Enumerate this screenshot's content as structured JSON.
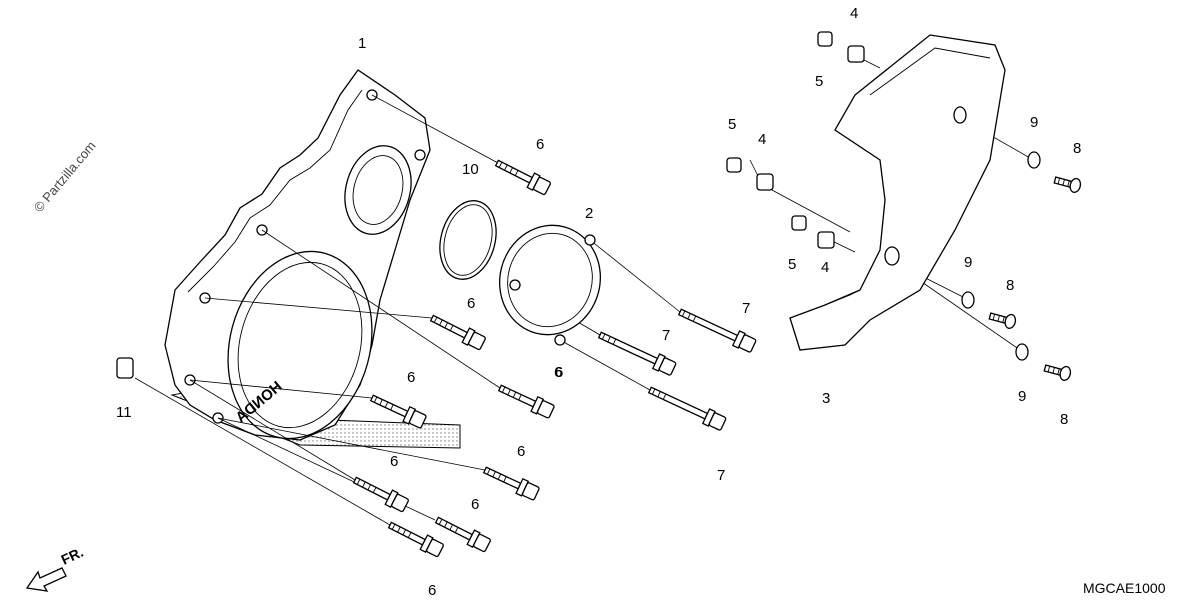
{
  "diagram": {
    "watermark": "© Partzilla.com",
    "diagram_code": "MGCAE1000",
    "direction_label": "FR.",
    "cover_logo": "HONDA",
    "callouts": [
      {
        "id": "c1",
        "text": "1"
      },
      {
        "id": "c2",
        "text": "2"
      },
      {
        "id": "c3",
        "text": "3"
      },
      {
        "id": "c4a",
        "text": "4"
      },
      {
        "id": "c4b",
        "text": "4"
      },
      {
        "id": "c4c",
        "text": "4"
      },
      {
        "id": "c5a",
        "text": "5"
      },
      {
        "id": "c5b",
        "text": "5"
      },
      {
        "id": "c5c",
        "text": "5"
      },
      {
        "id": "c6a",
        "text": "6"
      },
      {
        "id": "c6b",
        "text": "6"
      },
      {
        "id": "c6c",
        "text": "6"
      },
      {
        "id": "c6d",
        "text": "6"
      },
      {
        "id": "c6e",
        "text": "6"
      },
      {
        "id": "c6f",
        "text": "6"
      },
      {
        "id": "c6g",
        "text": "6"
      },
      {
        "id": "c6h",
        "text": "6"
      },
      {
        "id": "c6i",
        "text": "6"
      },
      {
        "id": "c7a",
        "text": "7"
      },
      {
        "id": "c7b",
        "text": "7"
      },
      {
        "id": "c7c",
        "text": "7"
      },
      {
        "id": "c8a",
        "text": "8"
      },
      {
        "id": "c8b",
        "text": "8"
      },
      {
        "id": "c8c",
        "text": "8"
      },
      {
        "id": "c9a",
        "text": "9"
      },
      {
        "id": "c9b",
        "text": "9"
      },
      {
        "id": "c9c",
        "text": "9"
      },
      {
        "id": "c10",
        "text": "10"
      },
      {
        "id": "c11",
        "text": "11"
      }
    ]
  }
}
